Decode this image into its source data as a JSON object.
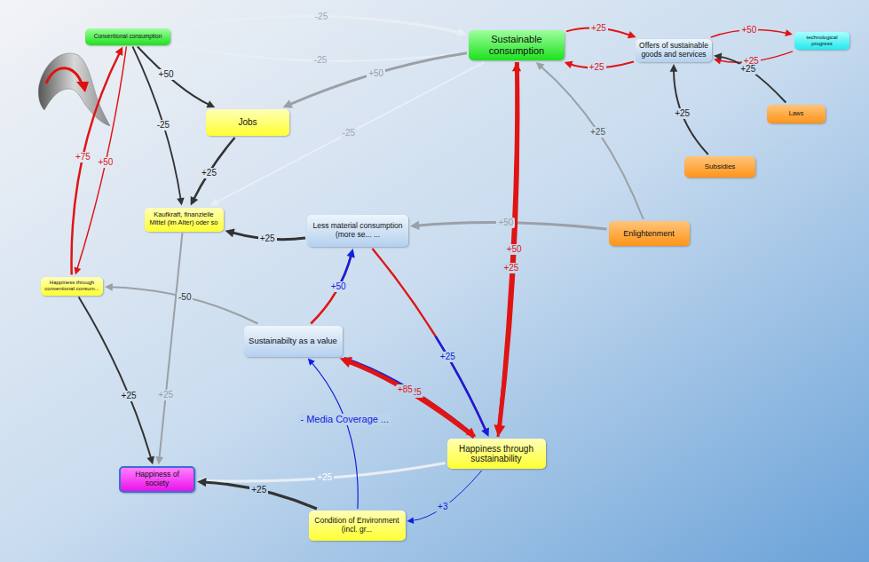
{
  "diagram": {
    "nodes": [
      {
        "text": [
          "Conventional consumption"
        ]
      },
      {
        "text": [
          "Sustainable consumption"
        ]
      },
      {
        "text": [
          "Offers of sustainable goods and services"
        ]
      },
      {
        "text": [
          "technological progress"
        ]
      },
      {
        "text": [
          "Jobs"
        ]
      },
      {
        "text": [
          "Laws"
        ]
      },
      {
        "text": [
          "Subsidies"
        ]
      },
      {
        "text": [
          "Kaufkraft, finanzielle Mittel (im Alter) oder so"
        ]
      },
      {
        "text": [
          "Less material consumption (more se... ..."
        ]
      },
      {
        "text": [
          "Enlightenment"
        ]
      },
      {
        "text": [
          "Happiness through conventional consum..."
        ]
      },
      {
        "text": [
          "Sustainabilty as a value"
        ]
      },
      {
        "text": [
          "Happiness through sustainability"
        ]
      },
      {
        "text": [
          "Happiness of society"
        ]
      },
      {
        "text": [
          "Condition of Environment (incl. gr..."
        ]
      }
    ],
    "edges": [
      {
        "from": 0,
        "to": 1,
        "label": "-25",
        "arrow": "to"
      },
      {
        "from": 1,
        "to": 0,
        "label": "-25",
        "arrow": "to"
      },
      {
        "from": 0,
        "to": 4,
        "label": "+50",
        "arrow": "to"
      },
      {
        "from": 0,
        "to": 7,
        "label": "-25",
        "arrow": "to"
      },
      {
        "from": 0,
        "to": 10,
        "label": "+50",
        "arrow": "to"
      },
      {
        "from": 10,
        "to": 0,
        "label": "+75",
        "arrow": "to"
      },
      {
        "from": 1,
        "to": 4,
        "label": "+50",
        "arrow": "to"
      },
      {
        "from": 1,
        "to": 7,
        "label": "-25",
        "arrow": "to"
      },
      {
        "from": 1,
        "to": 2,
        "label": "+25",
        "arrow": "to"
      },
      {
        "from": 2,
        "to": 1,
        "label": "+25",
        "arrow": "to"
      },
      {
        "from": 2,
        "to": 3,
        "label": "+50",
        "arrow": "to"
      },
      {
        "from": 3,
        "to": 2,
        "label": "+25",
        "arrow": "to"
      },
      {
        "from": 5,
        "to": 2,
        "label": "+25",
        "arrow": "to"
      },
      {
        "from": 6,
        "to": 2,
        "label": "+25",
        "arrow": "to"
      },
      {
        "from": 9,
        "to": 1,
        "label": "+25",
        "arrow": "to"
      },
      {
        "from": 9,
        "to": 8,
        "label": "+50",
        "arrow": "to"
      },
      {
        "from": 4,
        "to": 7,
        "label": "+25",
        "arrow": "to"
      },
      {
        "from": 8,
        "to": 7,
        "label": "+25",
        "arrow": "to"
      },
      {
        "from": 11,
        "to": 10,
        "label": "-50",
        "arrow": "to"
      },
      {
        "from": 11,
        "to": 8,
        "label": "+50",
        "arrow": "to"
      },
      {
        "from": 11,
        "to": 12,
        "label": "+25",
        "arrow": "to"
      },
      {
        "from": 12,
        "to": 11,
        "label": "+85",
        "arrow": "to"
      },
      {
        "from": 8,
        "to": 12,
        "label": "+25",
        "arrow": "to"
      },
      {
        "from": 12,
        "to": 1,
        "label": "+25",
        "arrow": "to"
      },
      {
        "from": 1,
        "to": 12,
        "label": "+50",
        "arrow": "to"
      },
      {
        "from": 10,
        "to": 13,
        "label": "+25",
        "arrow": "to"
      },
      {
        "from": 7,
        "to": 13,
        "label": "+25",
        "arrow": "to"
      },
      {
        "from": 12,
        "to": 13,
        "label": "+25",
        "arrow": "to"
      },
      {
        "from": 14,
        "to": 13,
        "label": "+25",
        "arrow": "to"
      },
      {
        "from": 12,
        "to": 14,
        "label": "+3",
        "arrow": "to"
      },
      {
        "from": 14,
        "to": 11,
        "label": "- Media Coverage ...",
        "arrow": "to"
      }
    ]
  }
}
